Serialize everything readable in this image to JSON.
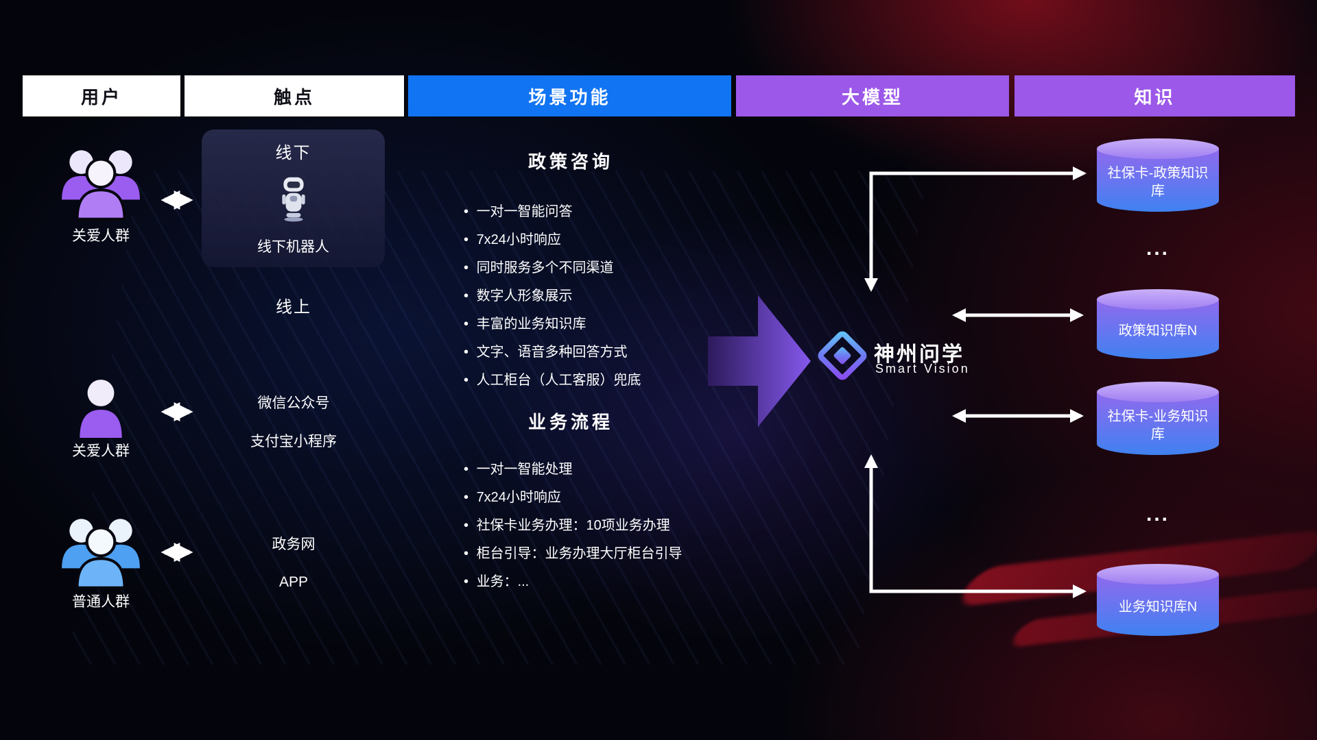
{
  "headers": [
    {
      "label": "用户",
      "variant": "white"
    },
    {
      "label": "触点",
      "variant": "white"
    },
    {
      "label": "场景功能",
      "variant": "blue"
    },
    {
      "label": "大模型",
      "variant": "purple"
    },
    {
      "label": "知识",
      "variant": "purple"
    }
  ],
  "users": [
    {
      "label": "关爱人群",
      "icon": "group-icon",
      "color": "#9b5cf0"
    },
    {
      "label": "关爱人群",
      "icon": "person-icon",
      "color": "#9b5cf0"
    },
    {
      "label": "普通人群",
      "icon": "group-icon",
      "color": "#4da0f2"
    }
  ],
  "touchpoints": {
    "offline_title": "线下",
    "offline_device": "线下机器人",
    "online_title": "线上",
    "channels": [
      "微信公众号",
      "支付宝小程序",
      "政务网",
      "APP"
    ]
  },
  "scenarios": [
    {
      "title": "政策咨询",
      "items": [
        "一对一智能问答",
        "7x24小时响应",
        "同时服务多个不同渠道",
        "数字人形象展示",
        "丰富的业务知识库",
        "文字、语音多种回答方式",
        "人工柜台（人工客服）兜底"
      ]
    },
    {
      "title": "业务流程",
      "items": [
        "一对一智能处理",
        "7x24小时响应",
        "社保卡业务办理：10项业务办理",
        "柜台引导：业务办理大厅柜台引导",
        "业务：..."
      ]
    }
  ],
  "model": {
    "name": "神州问学",
    "subtitle": "Smart Vision",
    "icon": "diamond-logo-icon"
  },
  "knowledge": {
    "databases": [
      {
        "label": "社保卡-政策知识库"
      },
      {
        "label": "政策知识库N"
      },
      {
        "label": "社保卡-业务知识库"
      },
      {
        "label": "业务知识库N"
      }
    ],
    "ellipsis": "..."
  },
  "colors": {
    "header_blue": "#1174f2",
    "header_purple": "#9c58e9",
    "user_purple": "#9b5cf0",
    "user_blue": "#4da0f2",
    "db_gradient_top": "#8f6aec",
    "db_gradient_bottom": "#3f81f0",
    "big_arrow_dark": "#2e1b5e",
    "big_arrow_bright": "#8b5cf6",
    "arrow_white": "#ffffff"
  }
}
